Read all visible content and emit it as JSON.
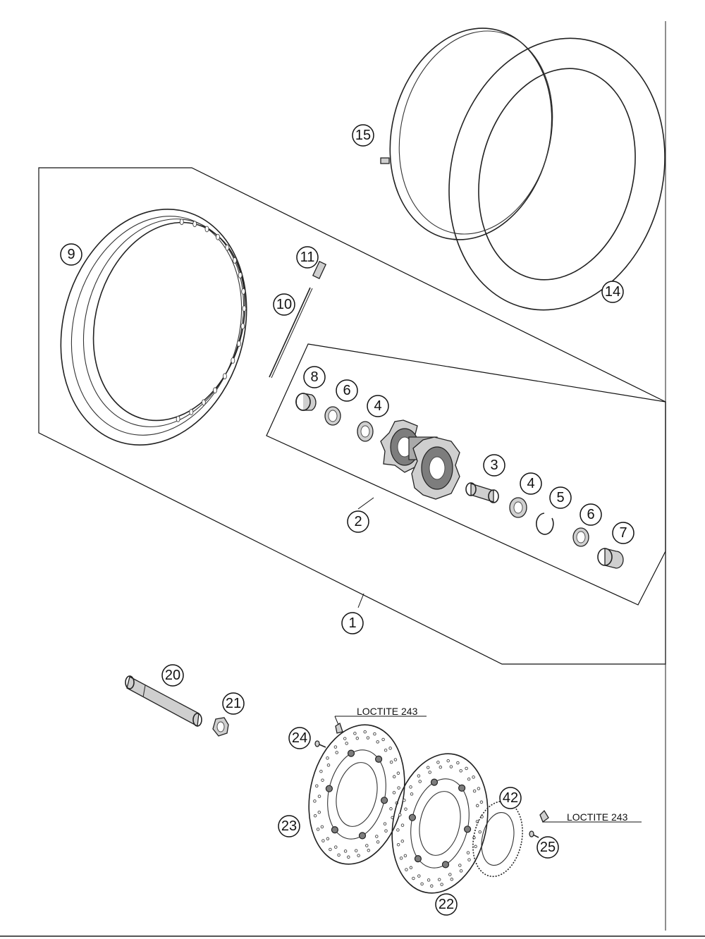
{
  "diagram": {
    "callouts": [
      {
        "id": "c1",
        "label": "1"
      },
      {
        "id": "c2",
        "label": "2"
      },
      {
        "id": "c3",
        "label": "3"
      },
      {
        "id": "c4a",
        "label": "4"
      },
      {
        "id": "c4b",
        "label": "4"
      },
      {
        "id": "c5",
        "label": "5"
      },
      {
        "id": "c6a",
        "label": "6"
      },
      {
        "id": "c6b",
        "label": "6"
      },
      {
        "id": "c7",
        "label": "7"
      },
      {
        "id": "c8",
        "label": "8"
      },
      {
        "id": "c9",
        "label": "9"
      },
      {
        "id": "c10",
        "label": "10"
      },
      {
        "id": "c11",
        "label": "11"
      },
      {
        "id": "c14",
        "label": "14"
      },
      {
        "id": "c15",
        "label": "15"
      },
      {
        "id": "c20",
        "label": "20"
      },
      {
        "id": "c21",
        "label": "21"
      },
      {
        "id": "c22",
        "label": "22"
      },
      {
        "id": "c23",
        "label": "23"
      },
      {
        "id": "c24",
        "label": "24"
      },
      {
        "id": "c25",
        "label": "25"
      },
      {
        "id": "c42",
        "label": "42"
      }
    ],
    "notes": [
      {
        "id": "n1",
        "text": "LOCTITE 243"
      },
      {
        "id": "n2",
        "text": "LOCTITE 243"
      }
    ]
  }
}
